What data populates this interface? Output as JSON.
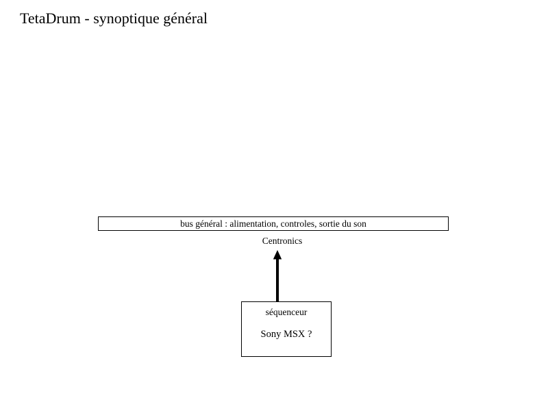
{
  "slide": {
    "title": "TetaDrum - synoptique général",
    "background_color": "#ffffff",
    "line_color": "#000000",
    "text_color": "#000000"
  },
  "diagram": {
    "bus": {
      "label": "bus général : alimentation, controles, sortie du son"
    },
    "connection": {
      "label": "Centronics",
      "arrow_icon": "arrow-up-icon",
      "direction": "up"
    },
    "sequencer": {
      "title": "séquenceur",
      "model": "Sony MSX ?"
    }
  }
}
